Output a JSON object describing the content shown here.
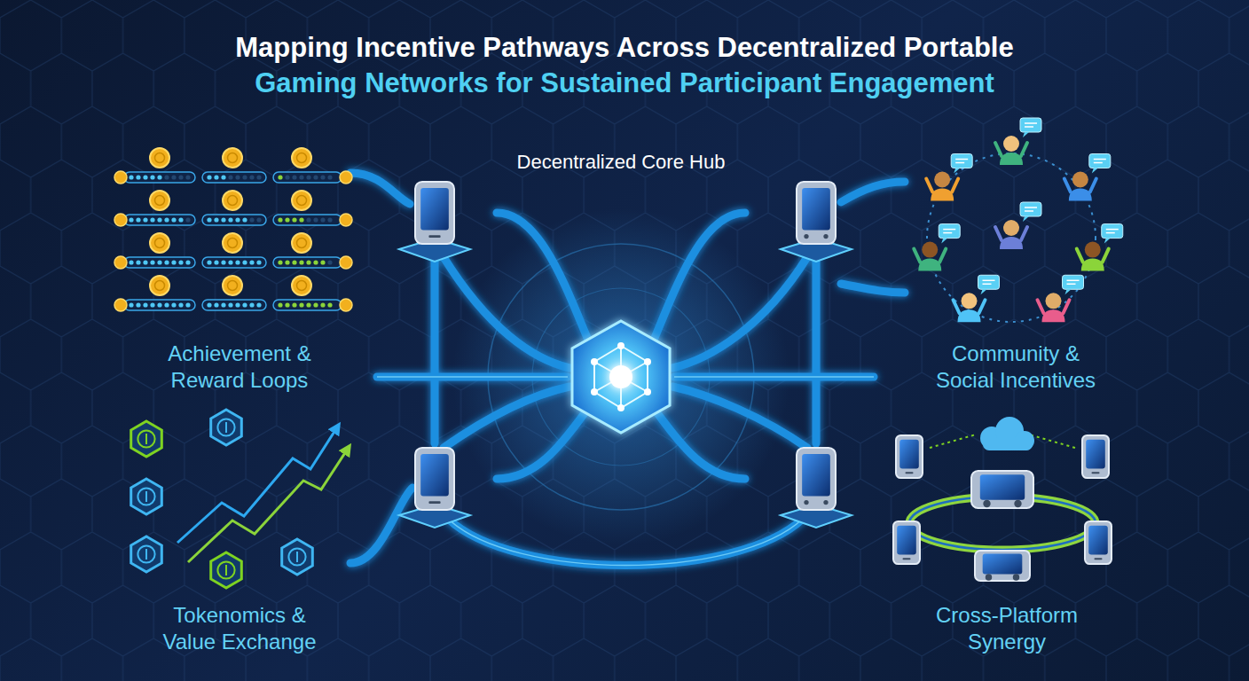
{
  "diagram": {
    "title": "Mapping Incentive Pathways Across Decentralized Portable Gaming Networks for Sustained Participant Engagement",
    "nodes": [
      {
        "text": [
          "Decentralized Core Hub"
        ]
      },
      {
        "text": [
          "Achievement & Reward Loops"
        ]
      },
      {
        "text": [
          "Community & Social Incentives"
        ]
      },
      {
        "text": [
          "Tokenomics & Value Exchange"
        ]
      },
      {
        "text": [
          "Cross-Platform Synergy"
        ]
      }
    ],
    "edges": [
      {
        "from": 0,
        "to": 1,
        "arrow": "none"
      },
      {
        "from": 0,
        "to": 2,
        "arrow": "none"
      },
      {
        "from": 0,
        "to": 3,
        "arrow": "none"
      },
      {
        "from": 0,
        "to": 4,
        "arrow": "none"
      }
    ]
  }
}
